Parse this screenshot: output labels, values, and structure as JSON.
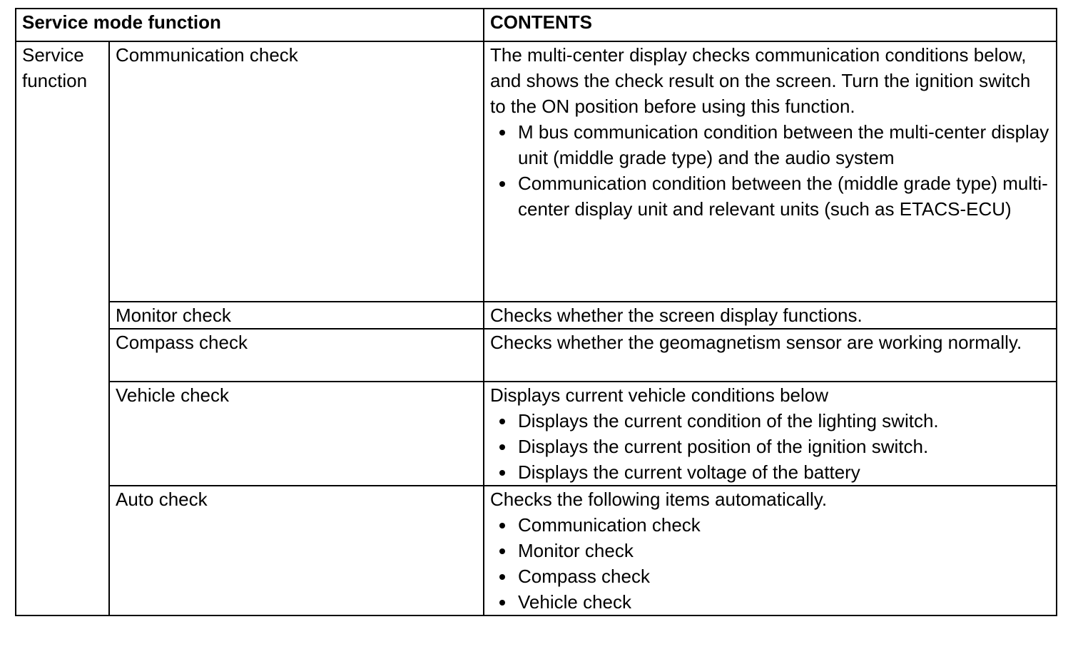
{
  "header": {
    "function_label": "Service mode function",
    "contents_label": "CONTENTS"
  },
  "category": "Service function",
  "rows": [
    {
      "name": "Communication check",
      "intro": "The multi-center display checks communication conditions below, and shows the check result on the screen. Turn the ignition switch to the ON position before using this function.",
      "bullets": [
        "M bus communication condition between the multi-center display unit (middle grade type) and the audio system",
        "Communication condition between the (middle grade type) multi-center display unit and relevant units (such as ETACS-ECU)"
      ]
    },
    {
      "name": "Monitor check",
      "intro": "Checks whether the screen display functions."
    },
    {
      "name": "Compass check",
      "intro": "Checks whether the geomagnetism sensor are working normally."
    },
    {
      "name": "Vehicle check",
      "intro": "Displays current vehicle conditions below",
      "bullets": [
        "Displays the current condition of the lighting switch.",
        "Displays the current position of the ignition switch.",
        "Displays the current voltage of the battery"
      ]
    },
    {
      "name": "Auto check",
      "intro": "Checks the following items automatically.",
      "bullets": [
        "Communication check",
        "Monitor check",
        "Compass check",
        "Vehicle check"
      ]
    }
  ]
}
